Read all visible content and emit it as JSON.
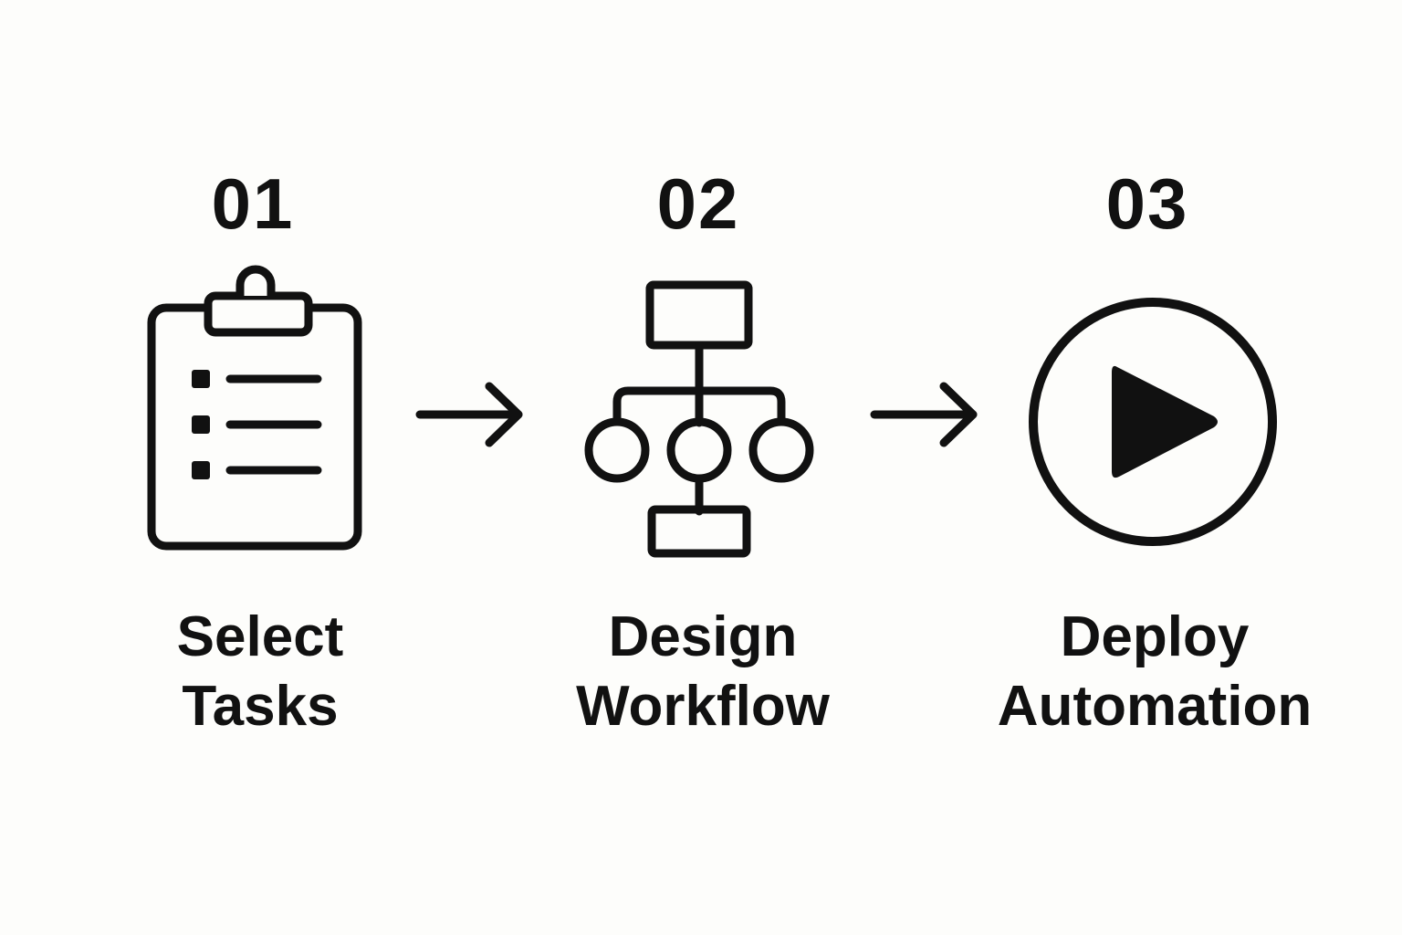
{
  "colors": {
    "background": "#fdfdfb",
    "ink": "#111111"
  },
  "steps": [
    {
      "number": "01",
      "label_line1": "Select",
      "label_line2": "Tasks",
      "icon": "clipboard-checklist-icon"
    },
    {
      "number": "02",
      "label_line1": "Design",
      "label_line2": "Workflow",
      "icon": "workflow-flowchart-icon"
    },
    {
      "number": "03",
      "label_line1": "Deploy",
      "label_line2": "Automation",
      "icon": "play-circle-icon"
    }
  ],
  "connectors": [
    {
      "icon": "arrow-right-icon"
    },
    {
      "icon": "arrow-right-icon"
    }
  ]
}
